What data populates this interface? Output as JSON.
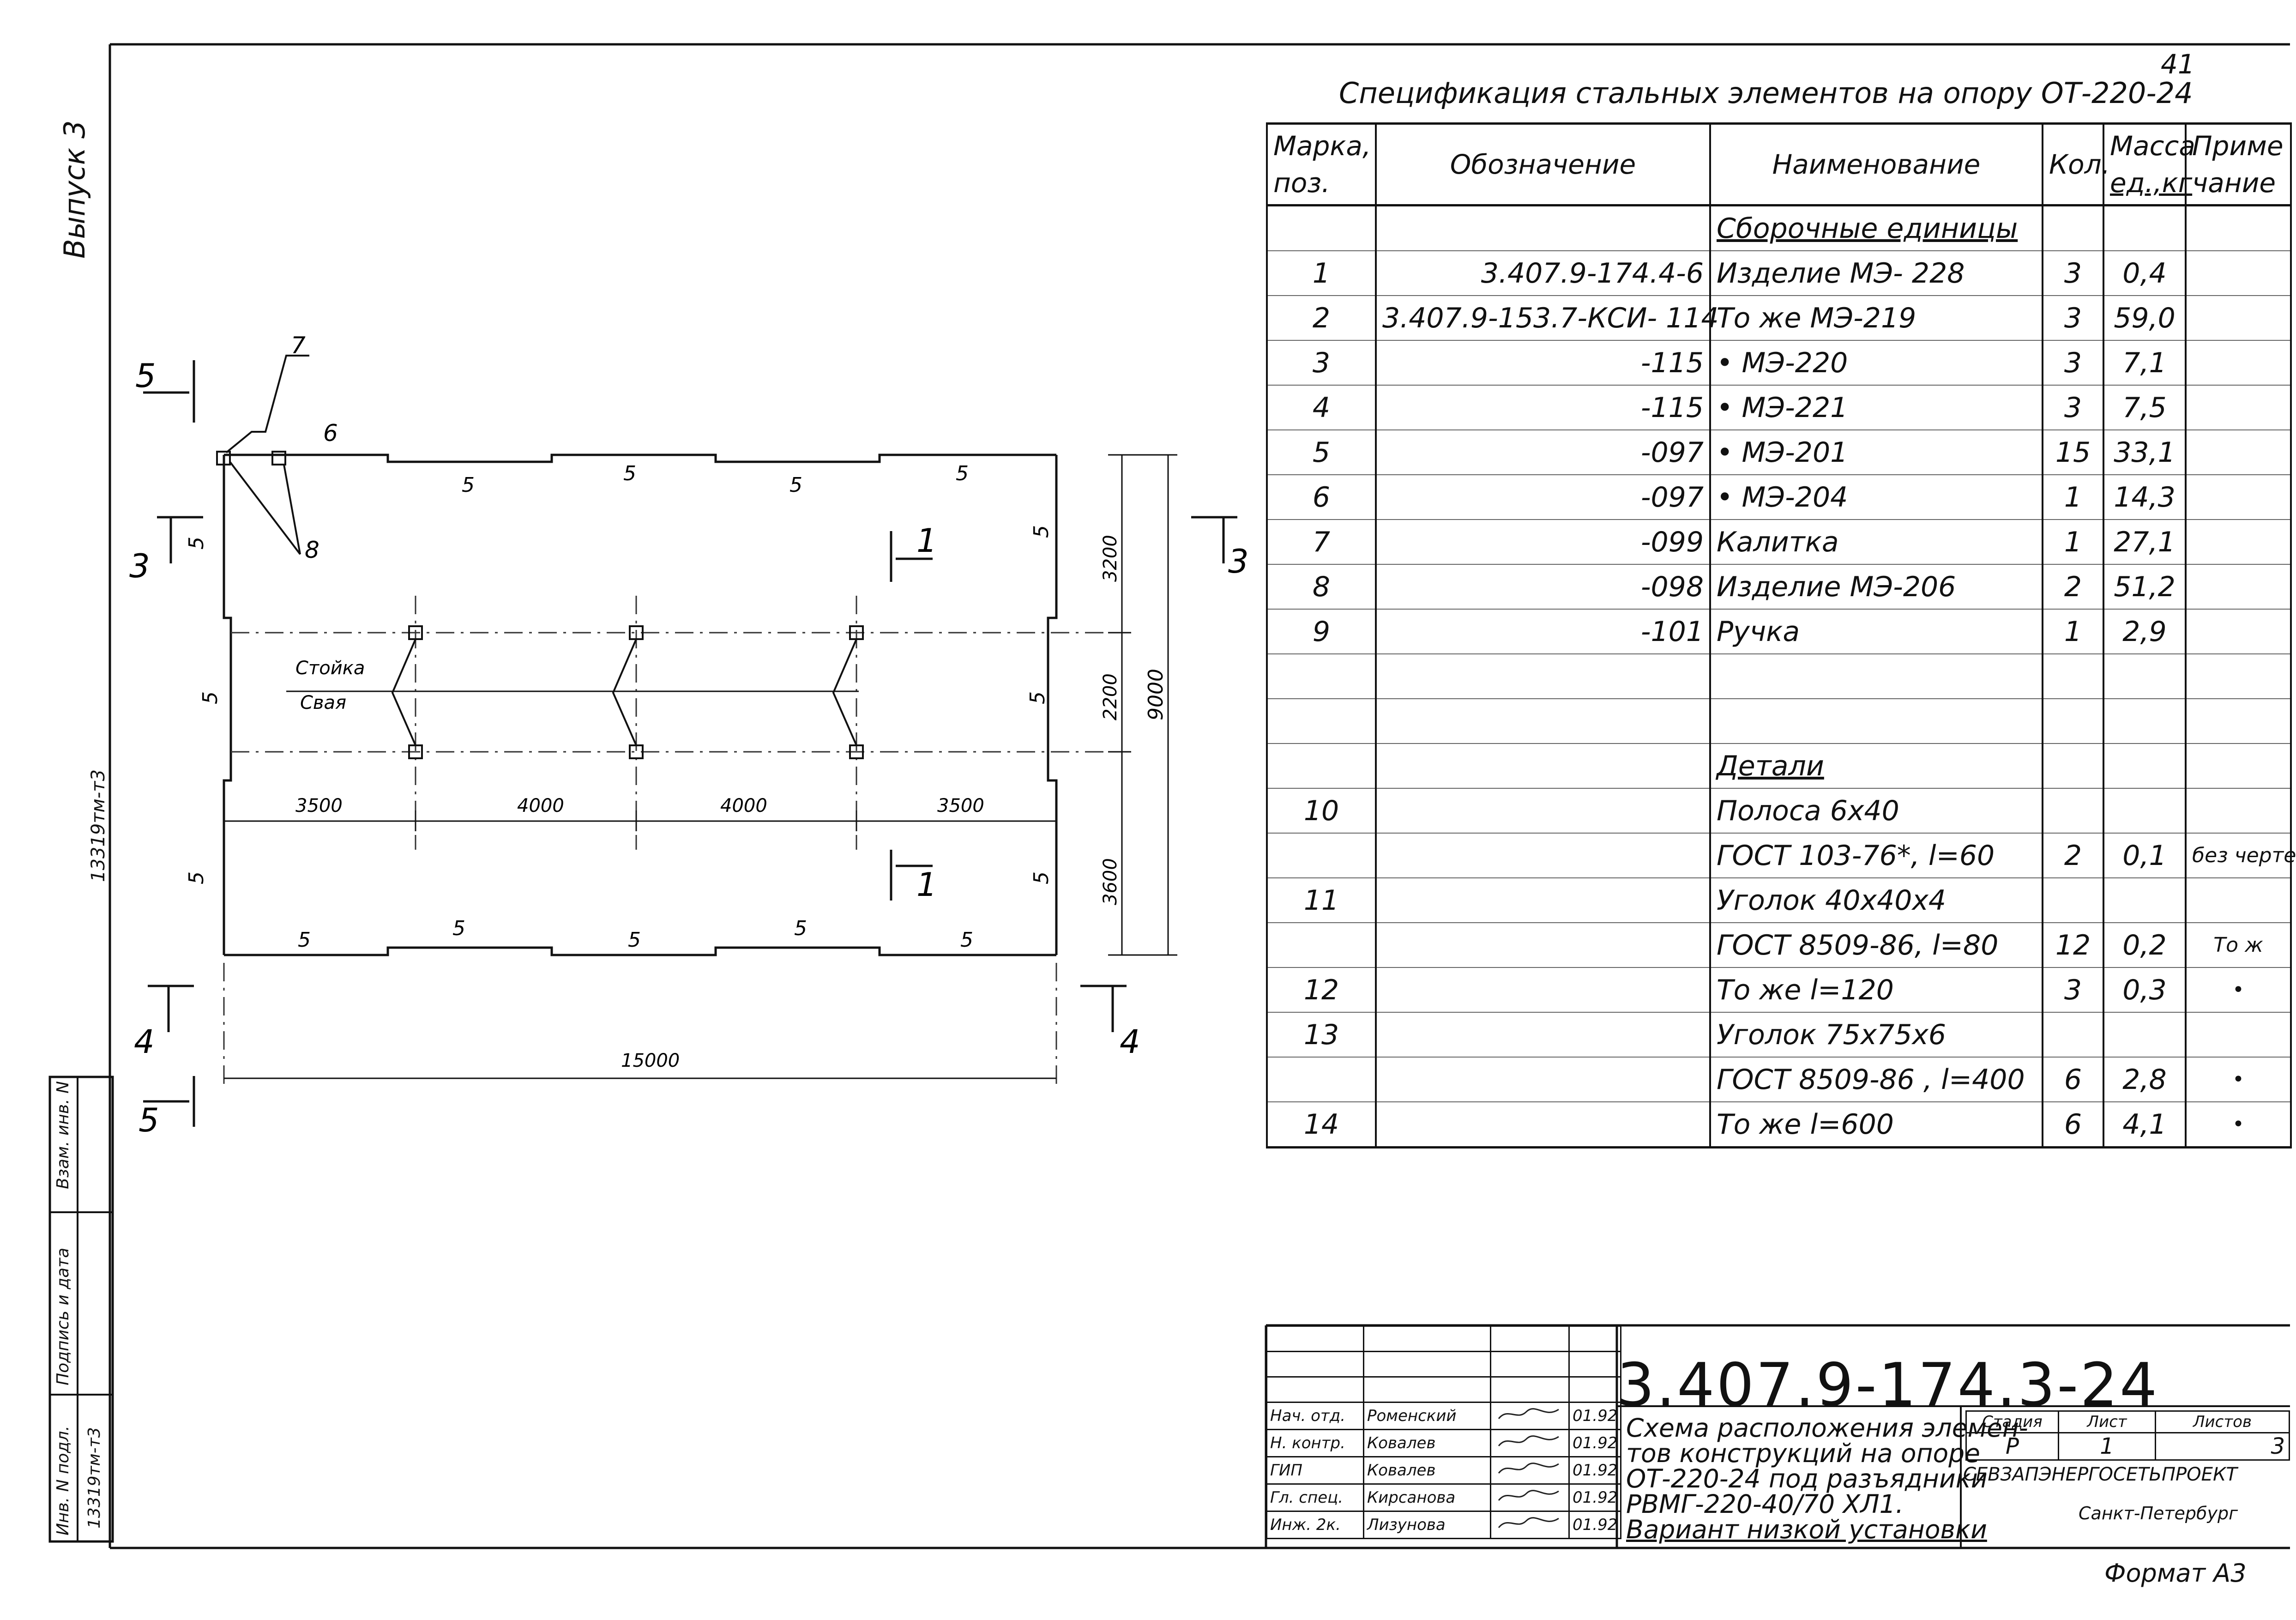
{
  "page_number": "41",
  "margin_top_label": "Выпуск 3",
  "margin_inv_label": "13319тм-т3",
  "margin_stamp": {
    "vzam": "Взам. инв. N",
    "podpis": "Подпись и дата",
    "inv_podl": "Инв. N подл.",
    "inv_value": "13319тм-т3"
  },
  "spec": {
    "title": "Спецификация стальных элементов на опору   ОТ-220-24",
    "headers": {
      "marka": [
        "Марка,",
        "поз."
      ],
      "oboznachenie": "Обозначение",
      "naimenovanie": "Наименование",
      "kol": "Кол.",
      "massa": [
        "Масса",
        "ед.,кг"
      ],
      "primechanie": [
        "Приме",
        "чание"
      ]
    },
    "rows": [
      {
        "mark": "",
        "code": "",
        "name": "Сборочные единицы",
        "qty": "",
        "mass": "",
        "note": "",
        "heading": true
      },
      {
        "mark": "1",
        "code": "3.407.9-174.4-6",
        "name": "Изделие МЭ- 228",
        "qty": "3",
        "mass": "0,4",
        "note": ""
      },
      {
        "mark": "2",
        "code": "3.407.9-153.7-КСИ- 114",
        "name": "То же МЭ-219",
        "qty": "3",
        "mass": "59,0",
        "note": ""
      },
      {
        "mark": "3",
        "code": "-115",
        "name": "•   МЭ-220",
        "qty": "3",
        "mass": "7,1",
        "note": ""
      },
      {
        "mark": "4",
        "code": "-115",
        "name": "•   МЭ-221",
        "qty": "3",
        "mass": "7,5",
        "note": ""
      },
      {
        "mark": "5",
        "code": "-097",
        "name": "•   МЭ-201",
        "qty": "15",
        "mass": "33,1",
        "note": ""
      },
      {
        "mark": "6",
        "code": "-097",
        "name": "•   МЭ-204",
        "qty": "1",
        "mass": "14,3",
        "note": ""
      },
      {
        "mark": "7",
        "code": "-099",
        "name": "Калитка",
        "qty": "1",
        "mass": "27,1",
        "note": ""
      },
      {
        "mark": "8",
        "code": "-098",
        "name": "Изделие МЭ-206",
        "qty": "2",
        "mass": "51,2",
        "note": ""
      },
      {
        "mark": "9",
        "code": "-101",
        "name": "Ручка",
        "qty": "1",
        "mass": "2,9",
        "note": ""
      },
      {
        "mark": "",
        "code": "",
        "name": "",
        "qty": "",
        "mass": "",
        "note": ""
      },
      {
        "mark": "",
        "code": "",
        "name": "",
        "qty": "",
        "mass": "",
        "note": ""
      },
      {
        "mark": "",
        "code": "",
        "name": "Детали",
        "qty": "",
        "mass": "",
        "note": "",
        "heading": true
      },
      {
        "mark": "10",
        "code": "",
        "name": "Полоса 6х40",
        "qty": "",
        "mass": "",
        "note": ""
      },
      {
        "mark": "",
        "code": "",
        "name": "ГОСТ 103-76*, l=60",
        "qty": "2",
        "mass": "0,1",
        "note": "без черте"
      },
      {
        "mark": "11",
        "code": "",
        "name": "Уголок 40х40х4",
        "qty": "",
        "mass": "",
        "note": ""
      },
      {
        "mark": "",
        "code": "",
        "name": "ГОСТ 8509-86, l=80",
        "qty": "12",
        "mass": "0,2",
        "note": "То ж"
      },
      {
        "mark": "12",
        "code": "",
        "name": "То же        l=120",
        "qty": "3",
        "mass": "0,3",
        "note": "•"
      },
      {
        "mark": "13",
        "code": "",
        "name": "Уголок 75х75х6",
        "qty": "",
        "mass": "",
        "note": ""
      },
      {
        "mark": "",
        "code": "",
        "name": "ГОСТ 8509-86   , l=400",
        "qty": "6",
        "mass": "2,8",
        "note": "•"
      },
      {
        "mark": "14",
        "code": "",
        "name": "То же           l=600",
        "qty": "6",
        "mass": "4,1",
        "note": "•"
      }
    ]
  },
  "drawing": {
    "labels": {
      "stoyka": "Стойка",
      "svaya": "Свая"
    },
    "section_marks": [
      "5",
      "3",
      "4",
      "5",
      "3",
      "4",
      "1",
      "1"
    ],
    "dims_bottom": [
      "3500",
      "4000",
      "4000",
      "3500"
    ],
    "dim_total": "15000",
    "dims_right": [
      "3200",
      "2200",
      "3600"
    ],
    "dim_right_total": "9000",
    "callouts": [
      "7",
      "6",
      "8"
    ],
    "part_label": "5"
  },
  "title_block": {
    "code": "3.407.9-174.3-24",
    "signatures": [
      {
        "role": "Нач. отд.",
        "name": "Роменский",
        "date": "01.92"
      },
      {
        "role": "Н. контр.",
        "name": "Ковалев",
        "date": "01.92"
      },
      {
        "role": "ГИП",
        "name": "Ковалев",
        "date": "01.92"
      },
      {
        "role": "Гл. спец.",
        "name": "Кирсанова",
        "date": "01.92"
      },
      {
        "role": "Инж. 2к.",
        "name": "Лизунова",
        "date": "01.92"
      }
    ],
    "description": [
      "Схема расположения элемен-",
      "тов конструкций на опоре",
      "ОТ-220-24 под разъядники",
      "РВМГ-220-40/70 ХЛ1.",
      "Вариант низкой установки"
    ],
    "stage_headers": [
      "Стадия",
      "Лист",
      "Листов"
    ],
    "stage_values": [
      "Р",
      "1",
      "3"
    ],
    "organization": "СЕВЗАПЭНЕРГОСЕТЬПРОЕКТ",
    "city": "Санкт-Петербург"
  },
  "format_label": "Формат А3"
}
